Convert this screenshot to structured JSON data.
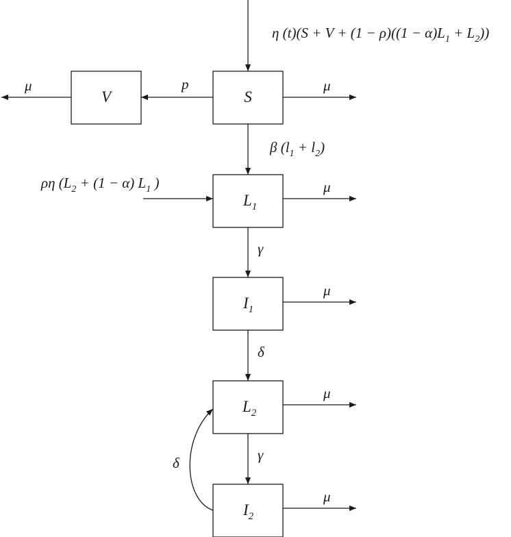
{
  "nodes": {
    "S": "S",
    "V": "V",
    "L1": {
      "main": "L",
      "sub": "1"
    },
    "I1": {
      "main": "I",
      "sub": "1"
    },
    "L2": {
      "main": "L",
      "sub": "2"
    },
    "I2": {
      "main": "I",
      "sub": "2"
    }
  },
  "edges": {
    "inflow": {
      "a": "η (t)(S + V + (1 − ρ)((1 − α)L",
      "b": "1",
      "c": " + L",
      "d": "2",
      "e": "))"
    },
    "s_to_v": "p",
    "v_out": "μ",
    "s_out": "μ",
    "s_to_l1": {
      "a": "β (l",
      "b": "1",
      "c": " + l",
      "d": "2",
      "e": ")"
    },
    "l1_inflow": {
      "a": "ρη (L",
      "b": "2",
      "c": " + (1 − α) L",
      "d": "1",
      "e": " )"
    },
    "l1_out": "μ",
    "l1_to_i1": "γ",
    "i1_out": "μ",
    "i1_to_l2": "δ",
    "l2_out": "μ",
    "l2_to_i2": "γ",
    "i2_out": "μ",
    "i2_to_l2": "δ"
  }
}
